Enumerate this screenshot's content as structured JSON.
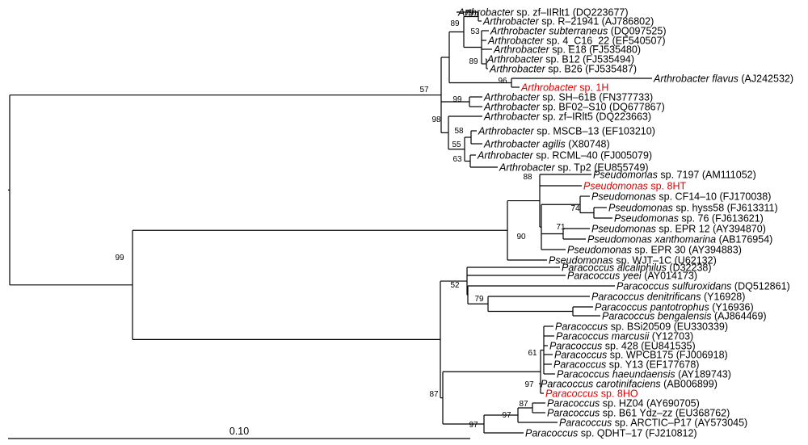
{
  "highlight_color": "#e00000",
  "text_color": "#000000",
  "scale": {
    "label": "0.10"
  },
  "taxa": [
    {
      "id": "t1",
      "genus": "Arthrobacter",
      "rest": " sp. zf–IIRlt1 (DQ223677)"
    },
    {
      "id": "t2",
      "genus": "Arthrobacter",
      "rest": " sp. R–21941 (AJ786802)"
    },
    {
      "id": "t3",
      "genus": "Arthrobacter subterraneus",
      "rest": " (DQ097525)"
    },
    {
      "id": "t4",
      "genus": "Arthrobacter",
      "rest": " sp. 4_C16_22 (EF540507)"
    },
    {
      "id": "t5",
      "genus": "Arthrobacter",
      "rest": " sp. E18 (FJ535480)"
    },
    {
      "id": "t6",
      "genus": "Arthrobacter",
      "rest": " sp. B12 (FJ535494)"
    },
    {
      "id": "t7",
      "genus": "Arthrobacter",
      "rest": " sp. B26 (FJ535487)"
    },
    {
      "id": "t8",
      "genus": "Arthrobacter flavus",
      "rest": " (AJ242532)"
    },
    {
      "id": "t9",
      "genus": "Arthrobacter",
      "rest": " sp. 1H",
      "highlight": true
    },
    {
      "id": "t10",
      "genus": "Arthrobacter",
      "rest": " sp. SH–61B (FN377733)"
    },
    {
      "id": "t11",
      "genus": "Arthrobacter",
      "rest": " sp. BF02–S10 (DQ677867)"
    },
    {
      "id": "t12",
      "genus": "Arthrobacter",
      "rest": " sp. zf–IRlt5 (DQ223663)"
    },
    {
      "id": "t13",
      "genus": "Arthrobacter",
      "rest": " sp. MSCB–13 (EF103210)"
    },
    {
      "id": "t14",
      "genus": "Arthrobacter agilis",
      "rest": " (X80748)"
    },
    {
      "id": "t15",
      "genus": "Arthrobacter",
      "rest": " sp. RCML–40 (FJ005079)"
    },
    {
      "id": "t16",
      "genus": "Arthrobacter",
      "rest": " sp. Tp2 (EU855749)"
    },
    {
      "id": "t17",
      "genus": "Pseudomonas",
      "rest": " sp. 7197 (AM111052)"
    },
    {
      "id": "t18",
      "genus": "Pseudomonas",
      "rest": " sp. 8HT",
      "highlight": true
    },
    {
      "id": "t19",
      "genus": "Pseudomonas",
      "rest": " sp. CF14–10 (FJ170038)"
    },
    {
      "id": "t20",
      "genus": "Pseudomonas",
      "rest": " sp. hyss58 (FJ613311)"
    },
    {
      "id": "t21",
      "genus": "Pseudomonas",
      "rest": " sp. 76 (FJ613621)"
    },
    {
      "id": "t22",
      "genus": "Pseudomonas",
      "rest": " sp. EPR 12 (AY394870)"
    },
    {
      "id": "t23",
      "genus": "Pseudomonas xanthomarina",
      "rest": " (AB176954)"
    },
    {
      "id": "t24",
      "genus": "Pseudomonas",
      "rest": " sp. EPR 30 (AY394883)"
    },
    {
      "id": "t25",
      "genus": "Pseudomonas",
      "rest": " sp. WJT–1C (U62132)"
    },
    {
      "id": "t26",
      "genus": "Paracoccus alcaliphilus",
      "rest": " (D32238)"
    },
    {
      "id": "t27",
      "genus": "Paracoccus yeei",
      "rest": " (AY014173)"
    },
    {
      "id": "t28",
      "genus": "Paracoccus sulfuroxidans",
      "rest": " (DQ512861)"
    },
    {
      "id": "t29",
      "genus": "Paracoccus denitrificans",
      "rest": " (Y16928)"
    },
    {
      "id": "t30",
      "genus": "Paracoccus pantotrophus",
      "rest": " (Y16936)"
    },
    {
      "id": "t31",
      "genus": "Paracoccus bengalensis",
      "rest": " (AJ864469)"
    },
    {
      "id": "t32",
      "genus": "Paracoccus",
      "rest": " sp. BSi20509 (EU330339)"
    },
    {
      "id": "t33",
      "genus": "Paracoccus marcusii",
      "rest": " (Y12703)"
    },
    {
      "id": "t34",
      "genus": "Paracoccus",
      "rest": " sp. 428 (EU841535)"
    },
    {
      "id": "t35",
      "genus": "Paracoccus",
      "rest": " sp. WPCB175 (FJ006918)"
    },
    {
      "id": "t36",
      "genus": "Paracoccus",
      "rest": " sp. Y13 (EF177678)"
    },
    {
      "id": "t37",
      "genus": "Paracoccus haeundaensis",
      "rest": " (AY189743)"
    },
    {
      "id": "t38",
      "genus": "Paracoccus carotinifaciens",
      "rest": " (AB006899)"
    },
    {
      "id": "t39",
      "genus": "Paracoccus",
      "rest": " sp. 8HO",
      "highlight": true
    },
    {
      "id": "t40",
      "genus": "Paracoccus",
      "rest": " sp. HZ04 (AY690705)"
    },
    {
      "id": "t41",
      "genus": "Paracoccus",
      "rest": " sp. B61 Ydz–zz (EU368762)"
    },
    {
      "id": "t42",
      "genus": "Paracoccus",
      "rest": " sp. ARCTIC–P17 (AY573045)"
    },
    {
      "id": "t43",
      "genus": "Paracoccus",
      "rest": " sp. QDHT–17 (FJ210812)"
    }
  ],
  "bootstrap": [
    {
      "id": "b79",
      "value": "79"
    },
    {
      "id": "b89a",
      "value": "89"
    },
    {
      "id": "b53",
      "value": "53"
    },
    {
      "id": "b89b",
      "value": "89"
    },
    {
      "id": "b96",
      "value": "96"
    },
    {
      "id": "b57",
      "value": "57"
    },
    {
      "id": "b99a",
      "value": "99"
    },
    {
      "id": "b98",
      "value": "98"
    },
    {
      "id": "b58",
      "value": "58"
    },
    {
      "id": "b55",
      "value": "55"
    },
    {
      "id": "b63",
      "value": "63"
    },
    {
      "id": "b88",
      "value": "88"
    },
    {
      "id": "b74",
      "value": "74"
    },
    {
      "id": "b71",
      "value": "71"
    },
    {
      "id": "b90",
      "value": "90"
    },
    {
      "id": "b99root",
      "value": "99"
    },
    {
      "id": "b52",
      "value": "52"
    },
    {
      "id": "b79b",
      "value": "79"
    },
    {
      "id": "b61",
      "value": "61"
    },
    {
      "id": "b97a",
      "value": "97"
    },
    {
      "id": "b87a",
      "value": "87"
    },
    {
      "id": "b87b",
      "value": "87"
    },
    {
      "id": "b97b",
      "value": "97"
    },
    {
      "id": "b97c",
      "value": "97"
    }
  ]
}
